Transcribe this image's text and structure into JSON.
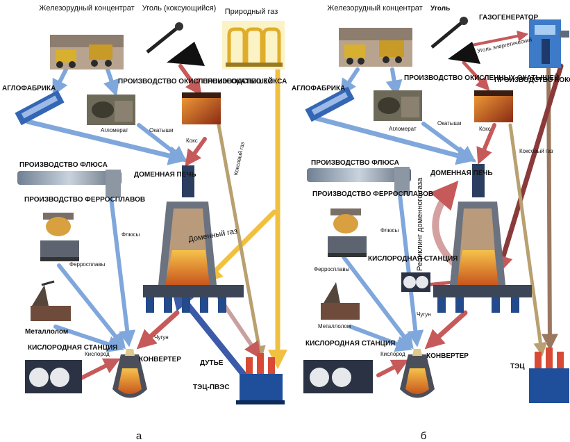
{
  "colors": {
    "blue": "#7fa7dc",
    "blue_dark": "#3b5ba8",
    "red": "#c65a5a",
    "yellow": "#f1c040",
    "brown": "#9b7760",
    "olive": "#b8a070",
    "factory_blue": "#1f4f9a",
    "chimney_red": "#d84a36"
  },
  "panel_a": {
    "caption": "а",
    "ore": "Железорудный концентрат",
    "coal": "Уголь (коксующийся)",
    "gas": "Природный газ",
    "agglo": "АГЛОФАБРИКА",
    "pellet": "ПРОИЗВОДСТВО ОКИСЛЕННЫХ ОКАТЫШЕЙ",
    "coke_prod": "ПРОИЗВОДСТВО КОКСА",
    "agglomerat": "Агломерат",
    "okatyshi": "Окатыши",
    "koks": "Кокс",
    "flux_prod": "ПРОИЗВОДСТВО ФЛЮСА",
    "blast_furnace": "ДОМЕННАЯ ПЕЧЬ",
    "ferro_prod": "ПРОИЗВОДСТВО ФЕРРОСПЛАВОВ",
    "flux": "Флюсы",
    "coke_gas": "Коксовый газ",
    "bf_gas": "Доменный газ",
    "ferroalloys": "Ферросплавы",
    "scrap": "Металлолом",
    "oxygen_station": "КИСЛОРОДНАЯ СТАНЦИЯ",
    "oxygen": "Кислород",
    "pig_iron": "Чугун",
    "converter": "КОНВЕРТЕР",
    "blast": "ДУТЬЕ",
    "chp": "ТЭЦ-ПВЭС"
  },
  "panel_b": {
    "caption": "б",
    "ore": "Железорудный концентрат",
    "coal": "Уголь",
    "gasifier": "ГАЗОГЕНЕРАТОР",
    "coal_energy": "Уголь энергетический",
    "agglo": "АГЛОФАБРИКА",
    "pellet": "ПРОИЗВОДСТВО ОКИСЛЕННЫХ ОКАТЫШЕЙ",
    "coke_prod": "ПРОИЗВОДСТВО КОКСА",
    "agglomerat": "Агломерат",
    "okatyshi": "Окатыши",
    "koks": "Кокс",
    "coke_gas": "Коксовый газ",
    "flux_prod": "ПРОИЗВОДСТВО ФЛЮСА",
    "blast_furnace": "ДОМЕННАЯ ПЕЧЬ",
    "ferro_prod": "ПРОИЗВОДСТВО ФЕРРОСПЛАВОВ",
    "recycling": "Рециклинг доменного газа",
    "flux": "Флюсы",
    "oxygen_station": "КИСЛОРОДНАЯ СТАНЦИЯ",
    "ferroalloys": "Ферросплавы",
    "pig_iron": "Чугун",
    "scrap": "Металлолом",
    "oxygen_station2": "КИСЛОРОДНАЯ СТАНЦИЯ",
    "oxygen": "Кислород",
    "converter": "КОНВЕРТЕР",
    "chp": "ТЭЦ"
  }
}
